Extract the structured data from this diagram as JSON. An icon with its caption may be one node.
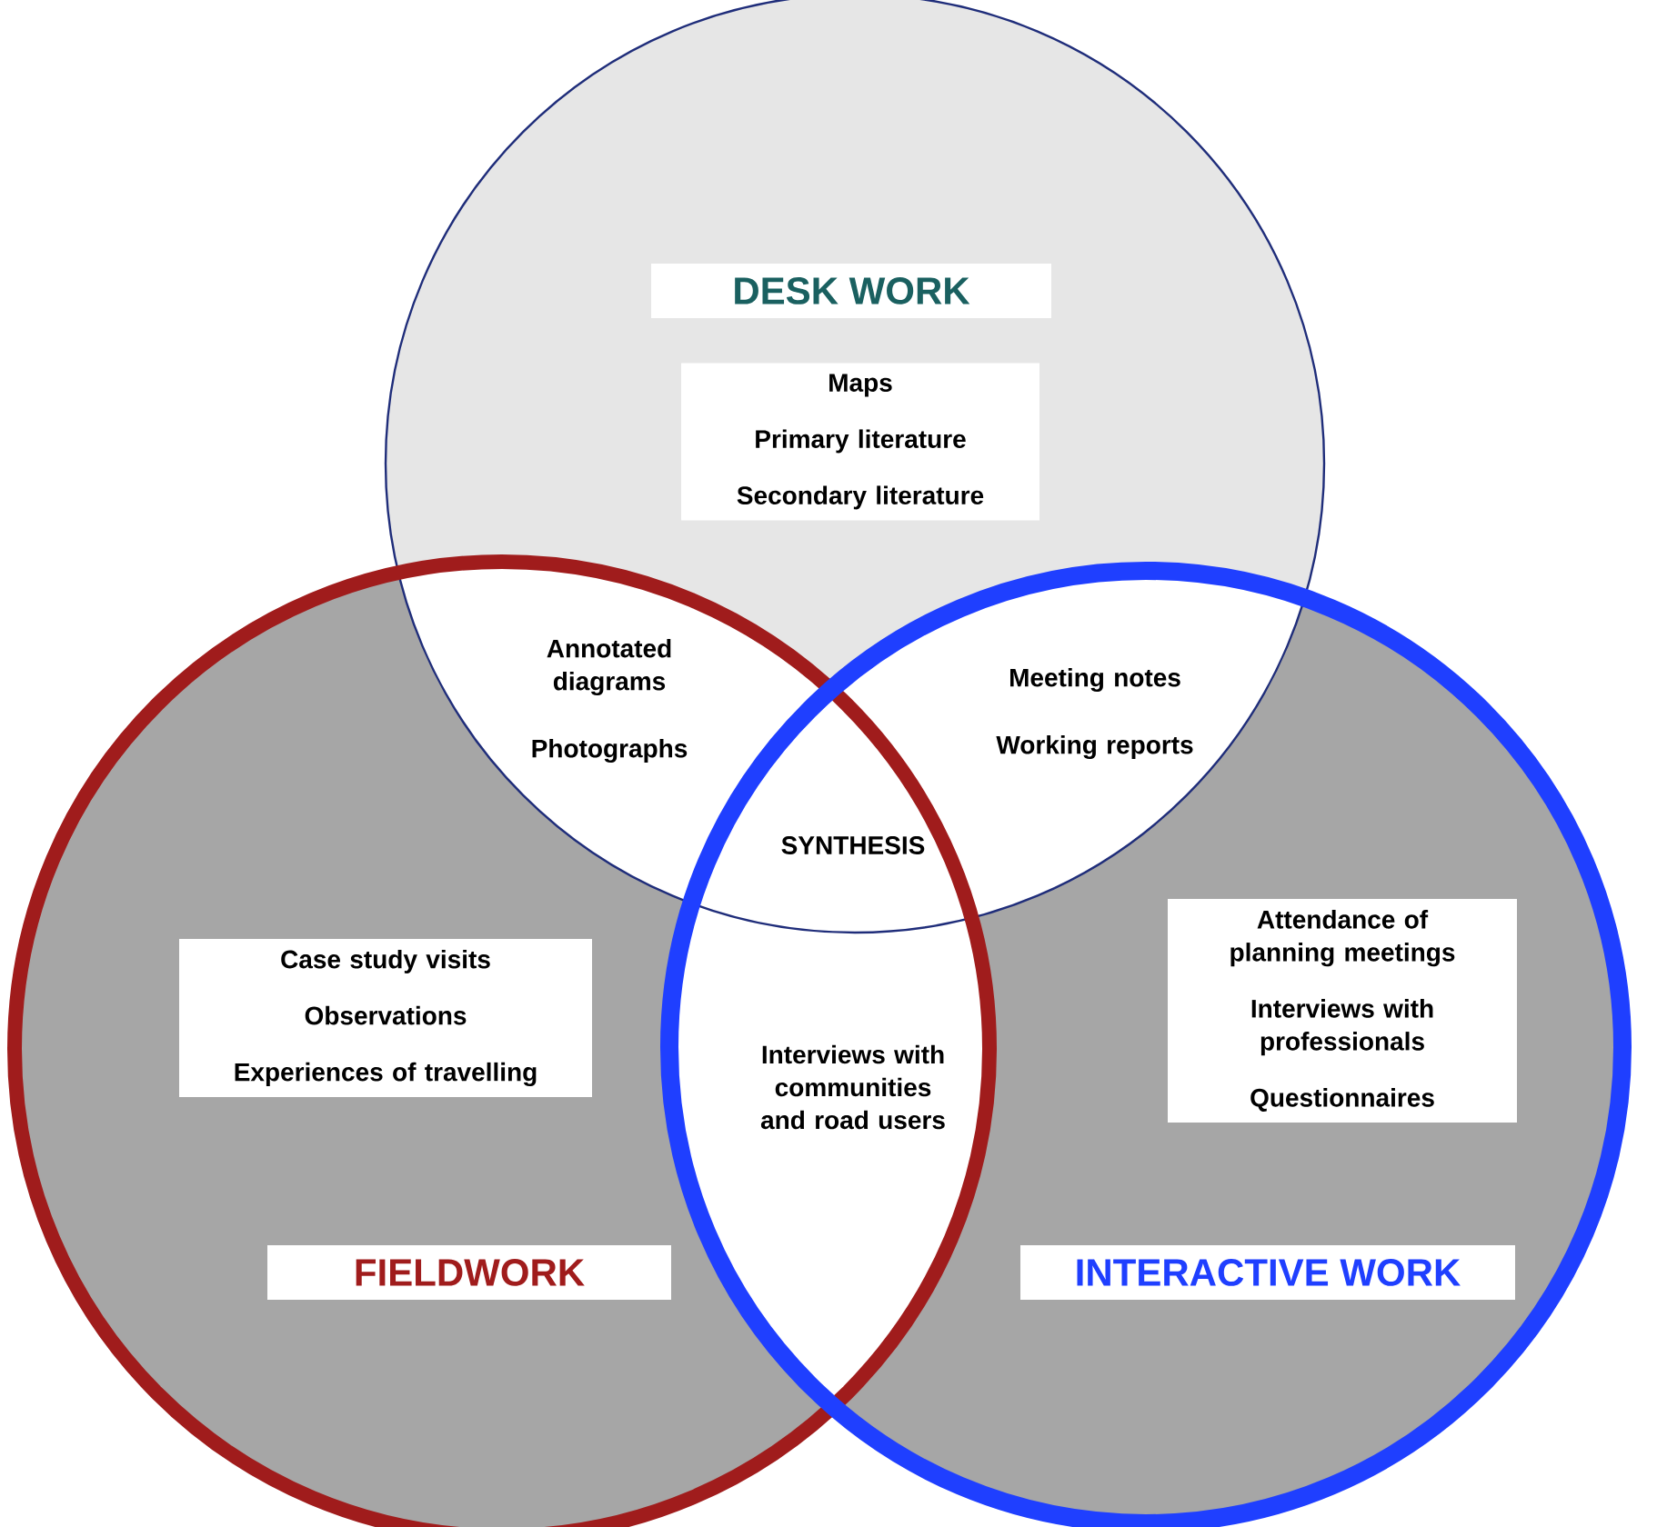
{
  "diagram": {
    "nodes": [
      {
        "text": [
          "DESK WORK"
        ]
      },
      {
        "text": [
          "FIELDWORK"
        ]
      },
      {
        "text": [
          "INTERACTIVE WORK"
        ]
      },
      {
        "text": [
          "Maps",
          "Primary literature",
          "Secondary literature"
        ],
        "in": 0
      },
      {
        "text": [
          "Case study visits",
          "Observations",
          "Experiences of travelling"
        ],
        "in": 1
      },
      {
        "text": [
          "Attendance of planning meetings",
          "Interviews with professionals",
          "Questionnaires"
        ],
        "in": 2
      }
    ],
    "labels": [
      "Annotated diagrams",
      "Photographs",
      "Meeting notes",
      "Working reports",
      "SYNTHESIS",
      "Interviews with communities and road users"
    ]
  }
}
